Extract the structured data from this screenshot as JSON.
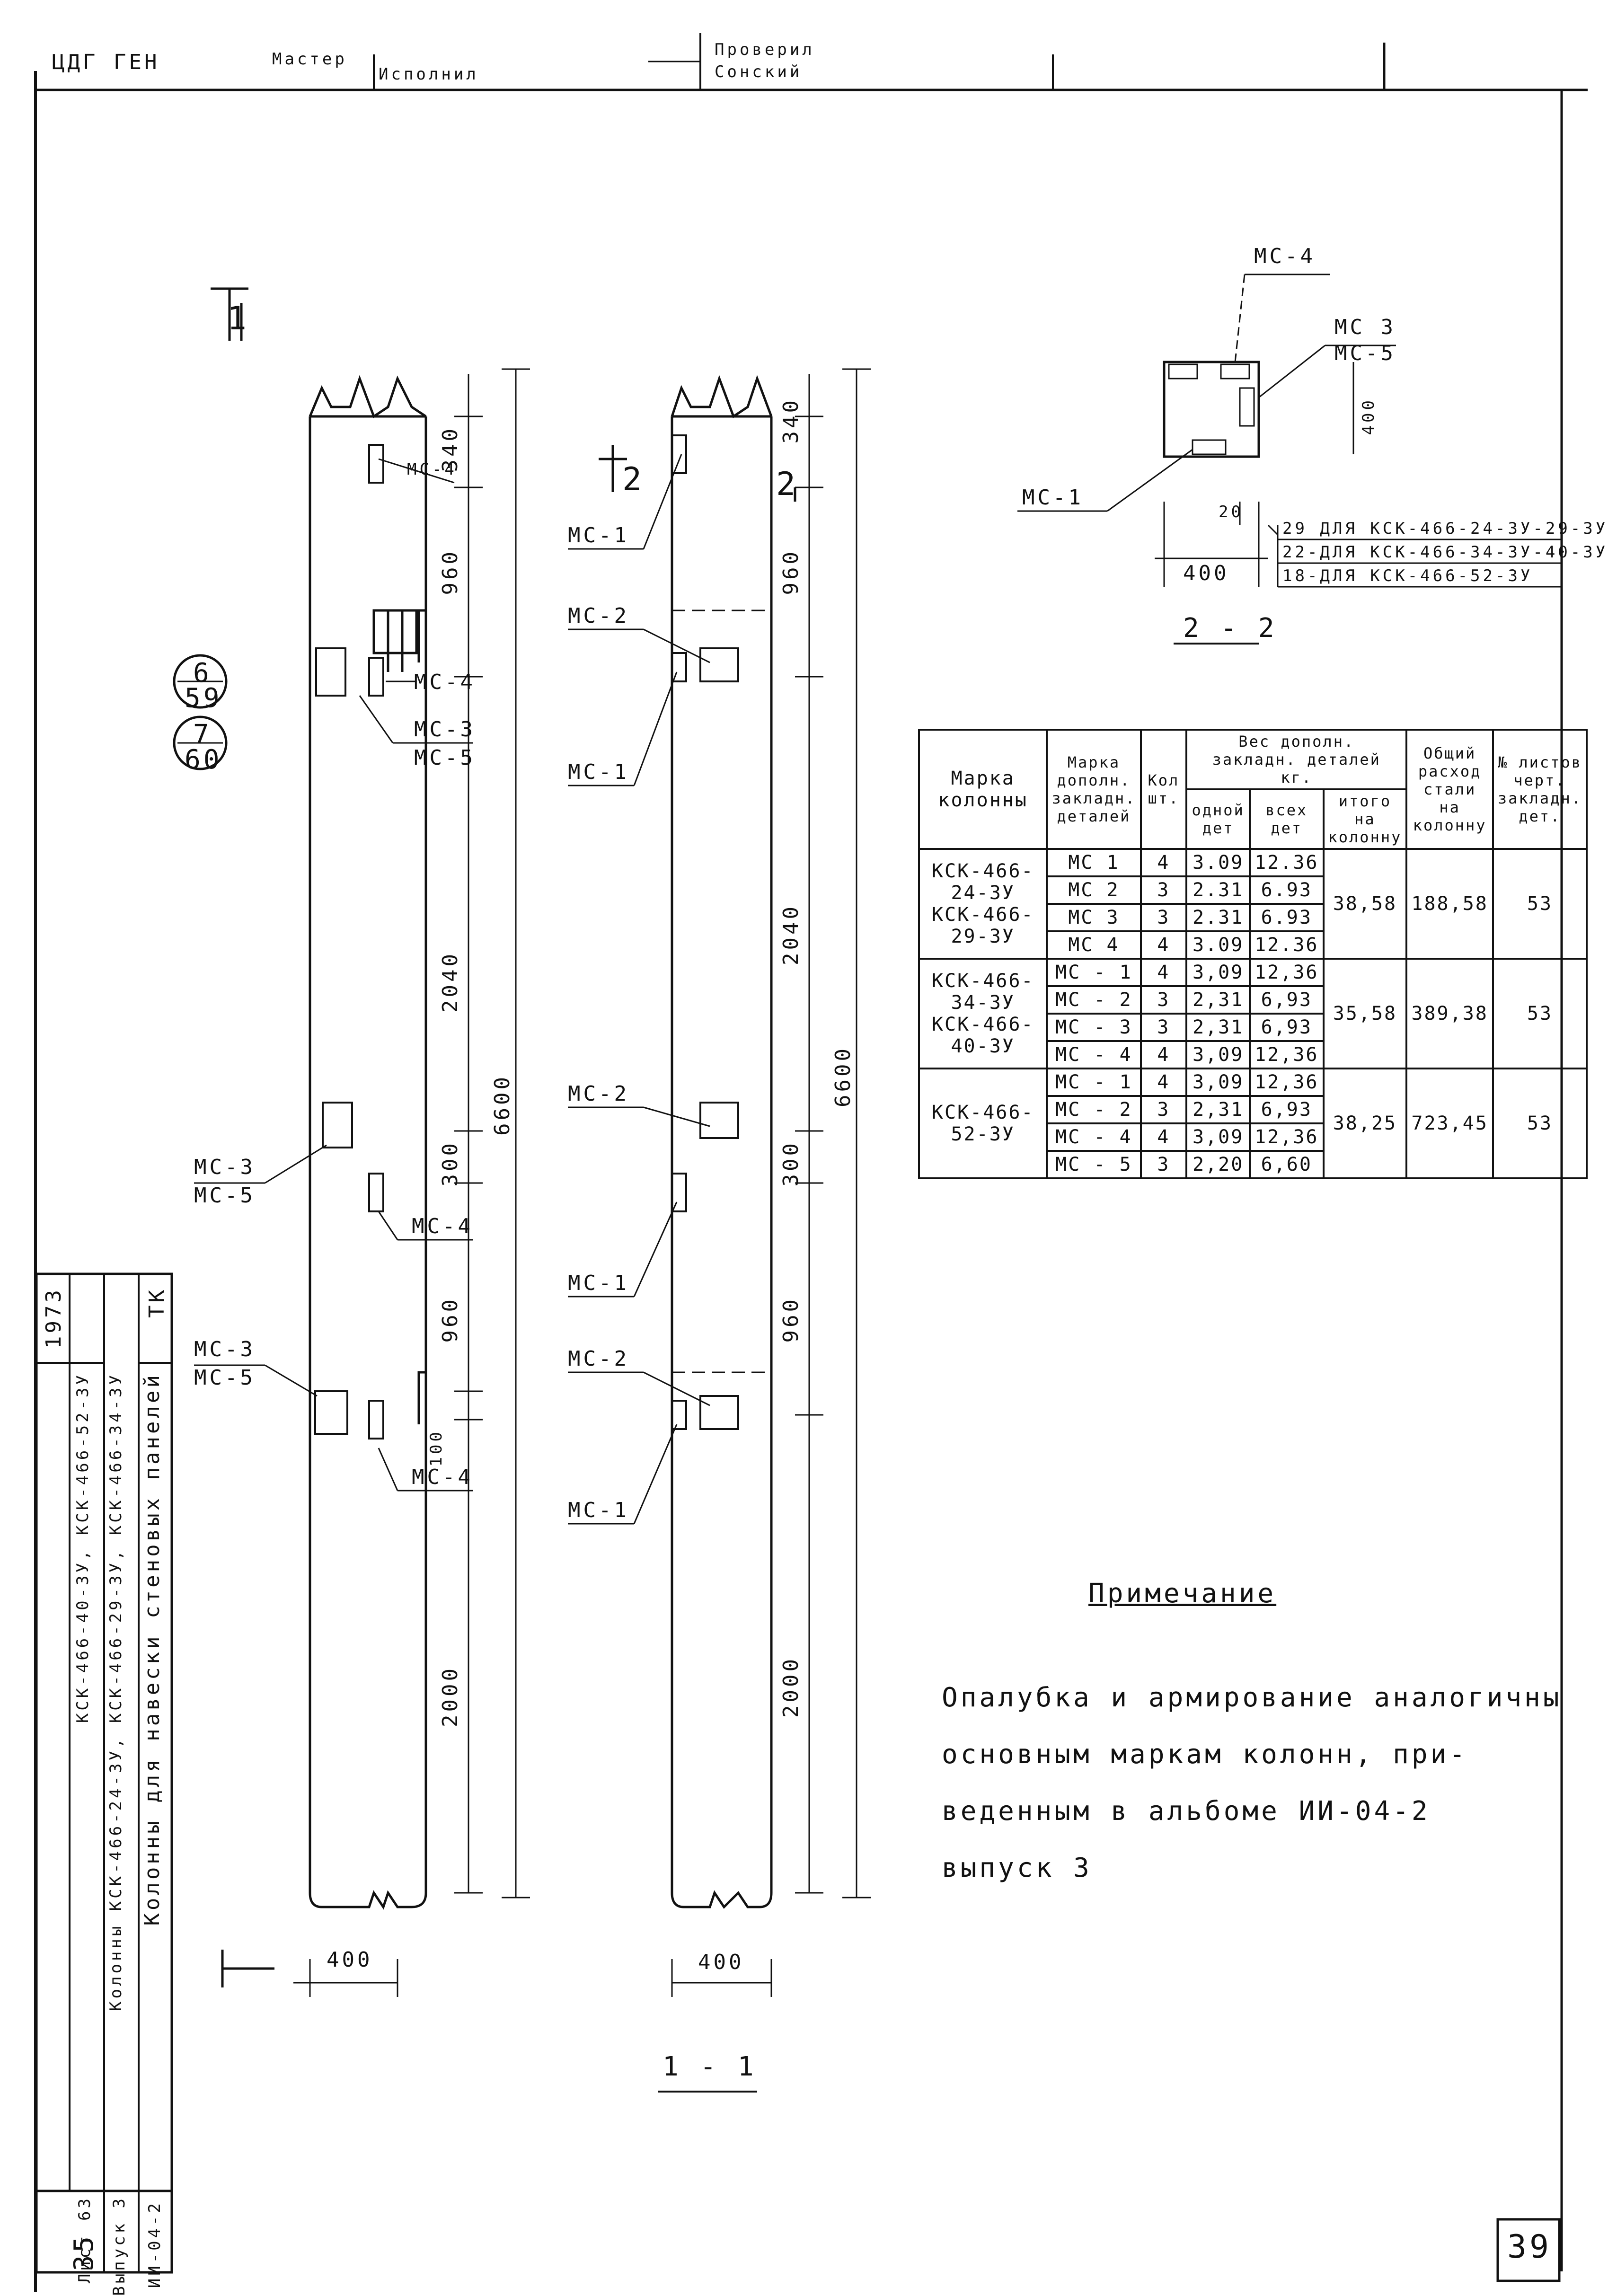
{
  "title_block": {
    "dept": "ЦДГ ГЕН",
    "role1": "Мастер",
    "role2": "Исполнил",
    "role3": "Проверил",
    "signer": "Сонский"
  },
  "page_number": "35",
  "corner_page": "39",
  "side_labels": {
    "one_one": "1",
    "two_two": "2"
  },
  "left_stamp": {
    "year": "1973",
    "org": "ТК",
    "title": "Колонны для навески стеновых панелей",
    "subtitle": "Колонны КСК-466-24-3У, КСК-466-29-3У, КСК-466-34-3У",
    "subtitle2": "КСК-466-40-3У, КСК-466-52-3У",
    "album": "ИИ-04-2",
    "issue": "Выпуск 3",
    "sheet": "Лист 63"
  },
  "callouts": {
    "c1_top": "6",
    "c1_bot": "59",
    "c2_top": "7",
    "c2_bot": "60"
  },
  "column_left": {
    "dims": [
      "340",
      "960",
      "2040",
      "300",
      "960",
      "100",
      "2000"
    ],
    "total": "6600",
    "width": "400",
    "labels": [
      "МС-4",
      "МС-4",
      "МС-3",
      "МС-5",
      "МС-3",
      "МС-5",
      "МС-4",
      "МС-3",
      "МС-5",
      "МС-4"
    ]
  },
  "column_right": {
    "dims": [
      "340",
      "960",
      "2040",
      "300",
      "960",
      "2000"
    ],
    "total": "6600",
    "width": "400",
    "labels": [
      "МС-1",
      "МС-2",
      "МС-1",
      "МС-2",
      "МС-1",
      "МС-2",
      "МС-1"
    ],
    "section_label": "1 - 1"
  },
  "section_22": {
    "label": "2 - 2",
    "labels": [
      "МС-4",
      "МС 3",
      "МС-5",
      "МС-1"
    ],
    "dim_400": "400",
    "dim_20": "20",
    "dim_width": "400",
    "notes": [
      "29 ДЛЯ КСК-466-24-3У-29-3У",
      "22-ДЛЯ КСК-466-34-3У-40-3У",
      "18-ДЛЯ КСК-466-52-3У"
    ]
  },
  "table": {
    "headers": {
      "mark": "Марка колонны",
      "embed_mark": "Марка дополн. закладн. деталей",
      "qty": "Кол шт.",
      "weight": "Вес дополн. закладн. деталей кг.",
      "one": "одной дет",
      "all": "всех дет",
      "total": "итого на колонну",
      "steel": "Общий расход стали на колонну",
      "sheet": "№ листов черт. закладн. дет."
    },
    "groups": [
      {
        "marks": [
          "КСК-466-24-3У",
          "КСК-466-29-3У"
        ],
        "rows": [
          {
            "embed": "МС 1",
            "qty": "4",
            "one": "3.09",
            "all": "12.36"
          },
          {
            "embed": "МС 2",
            "qty": "3",
            "one": "2.31",
            "all": "6.93"
          },
          {
            "embed": "МС 3",
            "qty": "3",
            "one": "2.31",
            "all": "6.93"
          },
          {
            "embed": "МС 4",
            "qty": "4",
            "one": "3.09",
            "all": "12.36"
          }
        ],
        "total": "38,58",
        "steel": "188,58",
        "sheet": "53"
      },
      {
        "marks": [
          "КСК-466-34-3У",
          "КСК-466-40-3У"
        ],
        "rows": [
          {
            "embed": "МС - 1",
            "qty": "4",
            "one": "3,09",
            "all": "12,36"
          },
          {
            "embed": "МС - 2",
            "qty": "3",
            "one": "2,31",
            "all": "6,93"
          },
          {
            "embed": "МС - 3",
            "qty": "3",
            "one": "2,31",
            "all": "6,93"
          },
          {
            "embed": "МС - 4",
            "qty": "4",
            "one": "3,09",
            "all": "12,36"
          }
        ],
        "total": "35,58",
        "steel": "389,38",
        "sheet": "53"
      },
      {
        "marks": [
          "КСК-466-52-3У"
        ],
        "rows": [
          {
            "embed": "МС - 1",
            "qty": "4",
            "one": "3,09",
            "all": "12,36"
          },
          {
            "embed": "МС - 2",
            "qty": "3",
            "one": "2,31",
            "all": "6,93"
          },
          {
            "embed": "МС - 4",
            "qty": "4",
            "one": "3,09",
            "all": "12,36"
          },
          {
            "embed": "МС - 5",
            "qty": "3",
            "one": "2,20",
            "all": "6,60"
          }
        ],
        "total": "38,25",
        "steel": "723,45",
        "sheet": "53"
      }
    ]
  },
  "note": {
    "heading": "Примечание",
    "lines": [
      "Опалубка и армирование аналогичны",
      "основным маркам колонн, при-",
      "веденным в альбоме ИИ-04-2",
      "выпуск 3"
    ]
  }
}
